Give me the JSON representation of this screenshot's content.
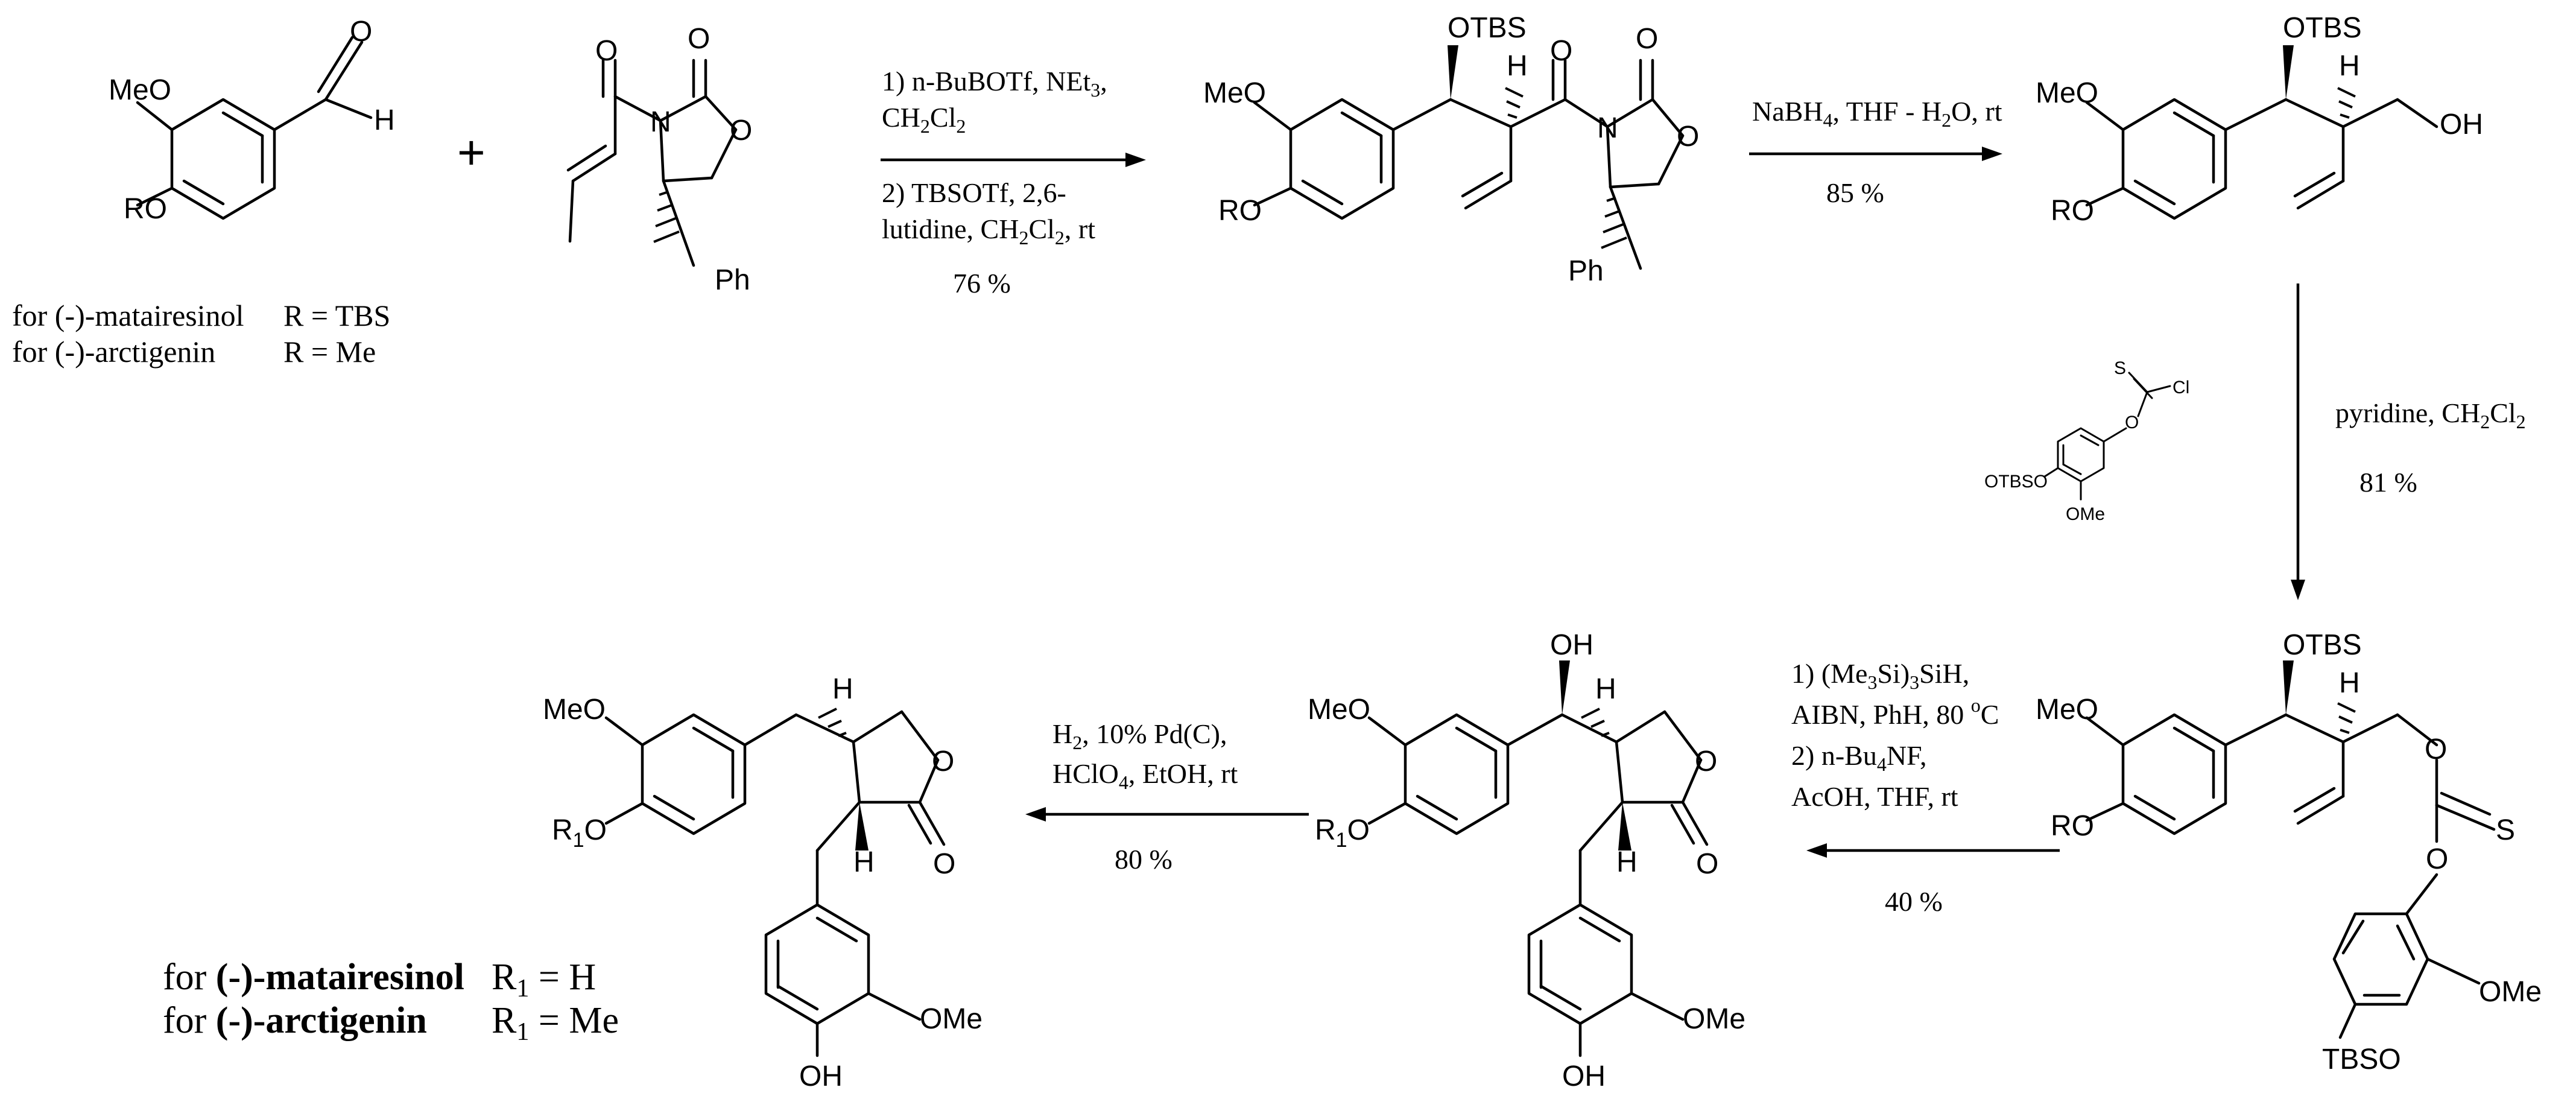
{
  "start": {
    "aldehyde": {
      "meo": "MeO",
      "ro": "RO",
      "aldehyde_o": "O",
      "aldehyde_h": "H"
    },
    "plus": "+",
    "oxazolidinone": {
      "carbonyl_o": "O",
      "ring_o_top": "O",
      "ring_n": "N",
      "ring_o": "O",
      "ph": "Ph"
    },
    "note_matairesinol": {
      "prefix": "for (-)-matairesinol",
      "r": "R = TBS"
    },
    "note_arctigenin": {
      "prefix": "for (-)-arctigenin",
      "r": "R = Me"
    }
  },
  "step1": {
    "line1": "1) n-BuBOTf, NEt",
    "line1_sub": "3",
    "line1_end": ",",
    "line2": "CH",
    "line2_sub1": "2",
    "line2_mid": "Cl",
    "line2_sub2": "2",
    "line3": "2) TBSOTf, 2,6-",
    "line4": "lutidine, CH",
    "line4_sub1": "2",
    "line4_mid": "Cl",
    "line4_sub2": ", rt",
    "line4_sub2_num": "2",
    "yield": "76 %"
  },
  "aldol_adduct": {
    "otbs": "OTBS",
    "h": "H",
    "meo": "MeO",
    "ro": "RO",
    "carbonyl_o": "O",
    "ring_o_top": "O",
    "ring_n": "N",
    "ring_o": "O",
    "ph": "Ph"
  },
  "step2": {
    "text": "NaBH",
    "sub1": "4",
    "text2": ", THF - H",
    "sub2": "2",
    "text3": "O, rt",
    "yield": "85 %"
  },
  "alcohol": {
    "otbs": "OTBS",
    "h": "H",
    "meo": "MeO",
    "ro": "RO",
    "oh": "OH"
  },
  "reagent": {
    "s": "S",
    "cl": "Cl",
    "o": "O",
    "otbso": "OTBSO",
    "ome": "OMe"
  },
  "step3": {
    "text": "pyridine, CH",
    "sub1": "2",
    "mid": "Cl",
    "sub2": "2",
    "yield": "81 %"
  },
  "thionocarbonate": {
    "otbs": "OTBS",
    "h": "H",
    "meo": "MeO",
    "ro": "RO",
    "o1": "O",
    "o2": "O",
    "s": "S",
    "tbso": "TBSO",
    "ome": "OMe"
  },
  "step4": {
    "line1": "1) (Me",
    "line1_sub1": "3",
    "line1_mid": "Si)",
    "line1_sub2": "3",
    "line1_end": "SiH,",
    "line2": "AIBN, PhH, 80 ",
    "line2_sup": "o",
    "line2_end": "C",
    "line3": "2) n-Bu",
    "line3_sub": "4",
    "line3_end": "NF,",
    "line4": "AcOH, THF, rt",
    "yield": "40 %"
  },
  "hydroxy_lactone": {
    "oh": "OH",
    "h1": "H",
    "h2": "H",
    "meo": "MeO",
    "r1o": "R",
    "r1o_sub": "1",
    "r1o_end": "O",
    "ring_o": "O",
    "carbonyl_o": "O",
    "ome": "OMe",
    "bottom_oh": "OH"
  },
  "step5": {
    "line1": "H",
    "line1_sub": "2",
    "line1_end": ", 10% Pd(C),",
    "line2": "HClO",
    "line2_sub": "4",
    "line2_end": ", EtOH, rt",
    "yield": "80 %"
  },
  "product": {
    "meo": "MeO",
    "r1o": "R",
    "r1o_sub": "1",
    "r1o_end": "O",
    "h1": "H",
    "h2": "H",
    "ring_o": "O",
    "carbonyl_o": "O",
    "ome": "OMe",
    "bottom_oh": "OH"
  },
  "final_notes": {
    "mat_for": "for ",
    "mat_name": "(-)-matairesinol",
    "mat_r": "R",
    "mat_sub": "1",
    "mat_val": " = H",
    "arc_for": "for ",
    "arc_name": "(-)-arctigenin",
    "arc_r": "R",
    "arc_sub": "1",
    "arc_val": " = Me"
  }
}
